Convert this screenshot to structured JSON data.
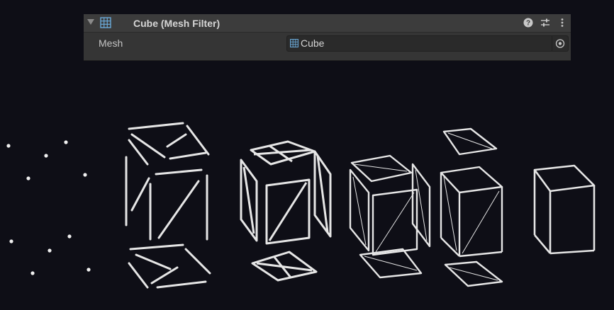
{
  "inspector": {
    "component_title": "Cube (Mesh Filter)",
    "mesh_label": "Mesh",
    "mesh_value": "Cube",
    "icons": [
      "foldout-arrow",
      "mesh-grid-icon",
      "help-icon",
      "presets-icon",
      "more-menu-icon",
      "object-picker-icon"
    ]
  },
  "colors": {
    "background": "#0e0e16",
    "panel": "#353535",
    "mesh_icon": "#6aa9d8",
    "wire": "#e6e6e6"
  }
}
